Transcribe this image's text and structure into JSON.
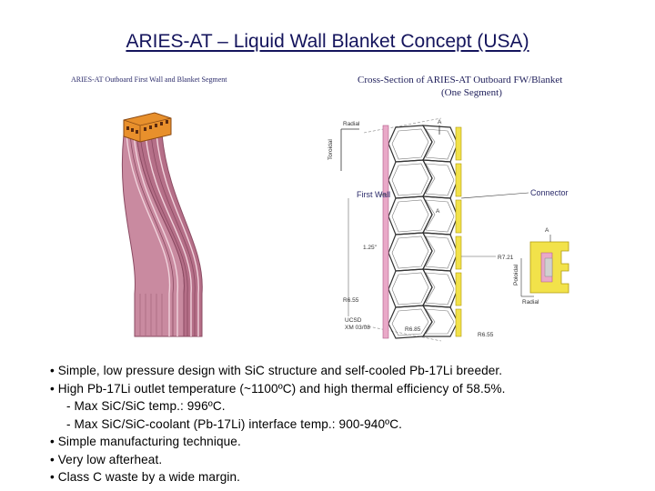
{
  "slide": {
    "title": "ARIES-AT – Liquid Wall Blanket Concept (USA)"
  },
  "figure_left": {
    "label": "ARIES-AT Outboard First Wall and Blanket Segment"
  },
  "figure_right": {
    "label_line1": "Cross-Section of ARIES-AT Outboard FW/Blanket",
    "label_line2": "(One Segment)",
    "annotations": {
      "radial_top": "Radial",
      "toroidal": "Toroidal",
      "a_top": "A",
      "first_wall": "First Wall",
      "a_mid": "A",
      "connector": "Connector",
      "dim_125": "1.25\"",
      "r721": "R7.21",
      "a_right": "A",
      "poloidal": "Poloidal",
      "radial_bottom": "Radial",
      "r655_left": "R6.55",
      "r685": "R6.85",
      "r655_right": "R6.55",
      "drawing_id": "UCSD",
      "drawing_date": "XM 03/08"
    }
  },
  "bullets": [
    "• Simple, low pressure design with SiC structure and self-cooled Pb-17Li breeder.",
    "• High Pb-17Li outlet temperature (~1100ºC) and high thermal efficiency of 58.5%.",
    "- Max SiC/SiC temp.: 996ºC.",
    "- Max SiC/SiC-coolant (Pb-17Li) interface temp.: 900-940ºC.",
    "• Simple manufacturing technique.",
    "• Very low afterheat.",
    "• Class C waste by a wide margin."
  ]
}
